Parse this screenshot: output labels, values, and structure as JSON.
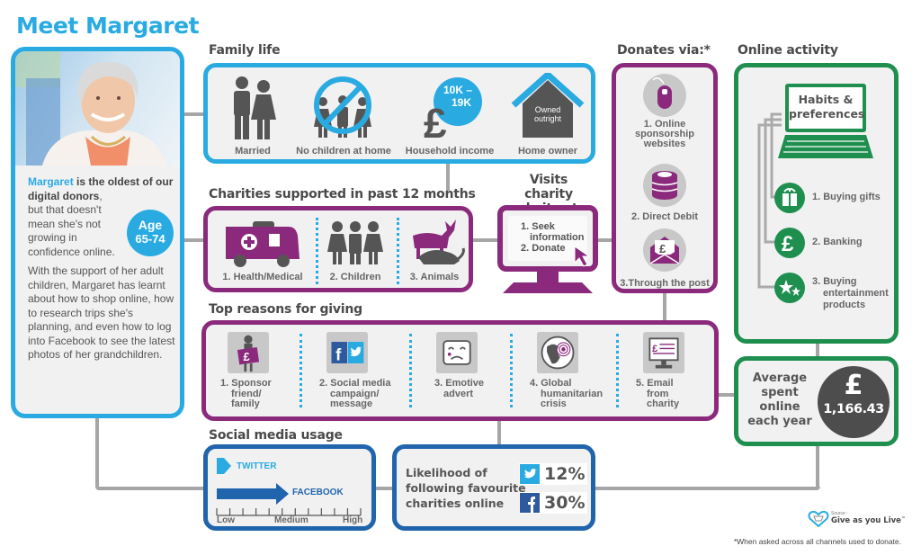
{
  "page_title": "Meet Margaret",
  "profile": {
    "intro_name": "Margaret",
    "intro_bold": " is the oldest of our digital donors",
    "intro_comma": ",",
    "intro_rest": "but that doesn't mean she's not growing in confidence online.",
    "body": "With the support of her adult children, Margaret has learnt about how to shop online, how to research trips she's planning, and even how to log into Facebook to see the latest photos of her grandchildren.",
    "age_label": "Age",
    "age_value": "65-74"
  },
  "family_life": {
    "title": "Family life",
    "items": [
      {
        "icon": "couple-icon",
        "label": "Married"
      },
      {
        "icon": "no-children-icon",
        "label": "No children at home"
      },
      {
        "icon": "pound-income-icon",
        "label": "Household income",
        "badge_line1": "10K –",
        "badge_line2": "19K"
      },
      {
        "icon": "house-icon",
        "label": "Home owner",
        "badge_line1": "Owned",
        "badge_line2": "outright"
      }
    ]
  },
  "charities": {
    "title": "Charities supported in past 12 months",
    "items": [
      {
        "icon": "ambulance-icon",
        "label": "1. Health/Medical"
      },
      {
        "icon": "children-icon",
        "label": "2. Children"
      },
      {
        "icon": "animals-icon",
        "label": "3. Animals"
      }
    ]
  },
  "visits": {
    "title_line1": "Visits charity",
    "title_line2": "websites to:",
    "items": [
      "1. Seek",
      "information",
      "2. Donate"
    ]
  },
  "donates": {
    "title": "Donates via:*",
    "items": [
      {
        "icon": "mouse-icon",
        "label_line1": "1. Online",
        "label_line2": "sponsorship",
        "label_line3": "websites"
      },
      {
        "icon": "coins-icon",
        "label_line1": "2. Direct Debit"
      },
      {
        "icon": "envelope-icon",
        "label_line1": "3.Through the post"
      }
    ]
  },
  "online_activity": {
    "title": "Online activity",
    "laptop_line1": "Habits &",
    "laptop_line2": "preferences",
    "items": [
      {
        "icon": "gift-icon",
        "label_line1": "1. Buying gifts"
      },
      {
        "icon": "pound-icon",
        "label_line1": "2. Banking"
      },
      {
        "icon": "stars-icon",
        "label_line1": "3. Buying",
        "label_line2": "entertainment",
        "label_line3": "products"
      }
    ]
  },
  "reasons": {
    "title": "Top reasons for giving",
    "items": [
      {
        "icon": "sponsor-icon",
        "lines": [
          "1. Sponsor",
          "friend/",
          "family"
        ]
      },
      {
        "icon": "social-media-icon",
        "lines": [
          "2. Social media",
          "campaign/",
          "message"
        ]
      },
      {
        "icon": "sad-face-icon",
        "lines": [
          "3. Emotive",
          "advert"
        ]
      },
      {
        "icon": "globe-target-icon",
        "lines": [
          "4. Global",
          "humanitarian",
          "crisis"
        ]
      },
      {
        "icon": "email-monitor-icon",
        "lines": [
          "5. Email",
          "from",
          "charity"
        ]
      }
    ]
  },
  "average_spent": {
    "line1": "Average",
    "line2": "spent",
    "line3": "online",
    "line4": "each year",
    "currency": "£",
    "value": "1,166.43"
  },
  "social_usage": {
    "title": "Social media usage",
    "twitter_label": "TWITTER",
    "facebook_label": "FACEBOOK",
    "scale": [
      "Low",
      "Medium",
      "High"
    ],
    "twitter_level": 0.06,
    "facebook_level": 0.5,
    "colors": {
      "twitter": "#29abe2",
      "facebook": "#1f64ad"
    }
  },
  "likelihood": {
    "line1": "Likelihood of",
    "line2": "following favourite",
    "line3": "charities online",
    "twitter_pct": "12%",
    "facebook_pct": "30%"
  },
  "source": {
    "prefix": "Source :",
    "brand": "Give as you Live",
    "tm": "™"
  },
  "footnote": "*When asked across all channels used to donate.",
  "colors": {
    "blue": "#29abe2",
    "purple": "#8b2a7c",
    "green": "#1e8f4e",
    "dark_blue": "#1f64ad",
    "dark_gray": "#4d4d4d"
  }
}
